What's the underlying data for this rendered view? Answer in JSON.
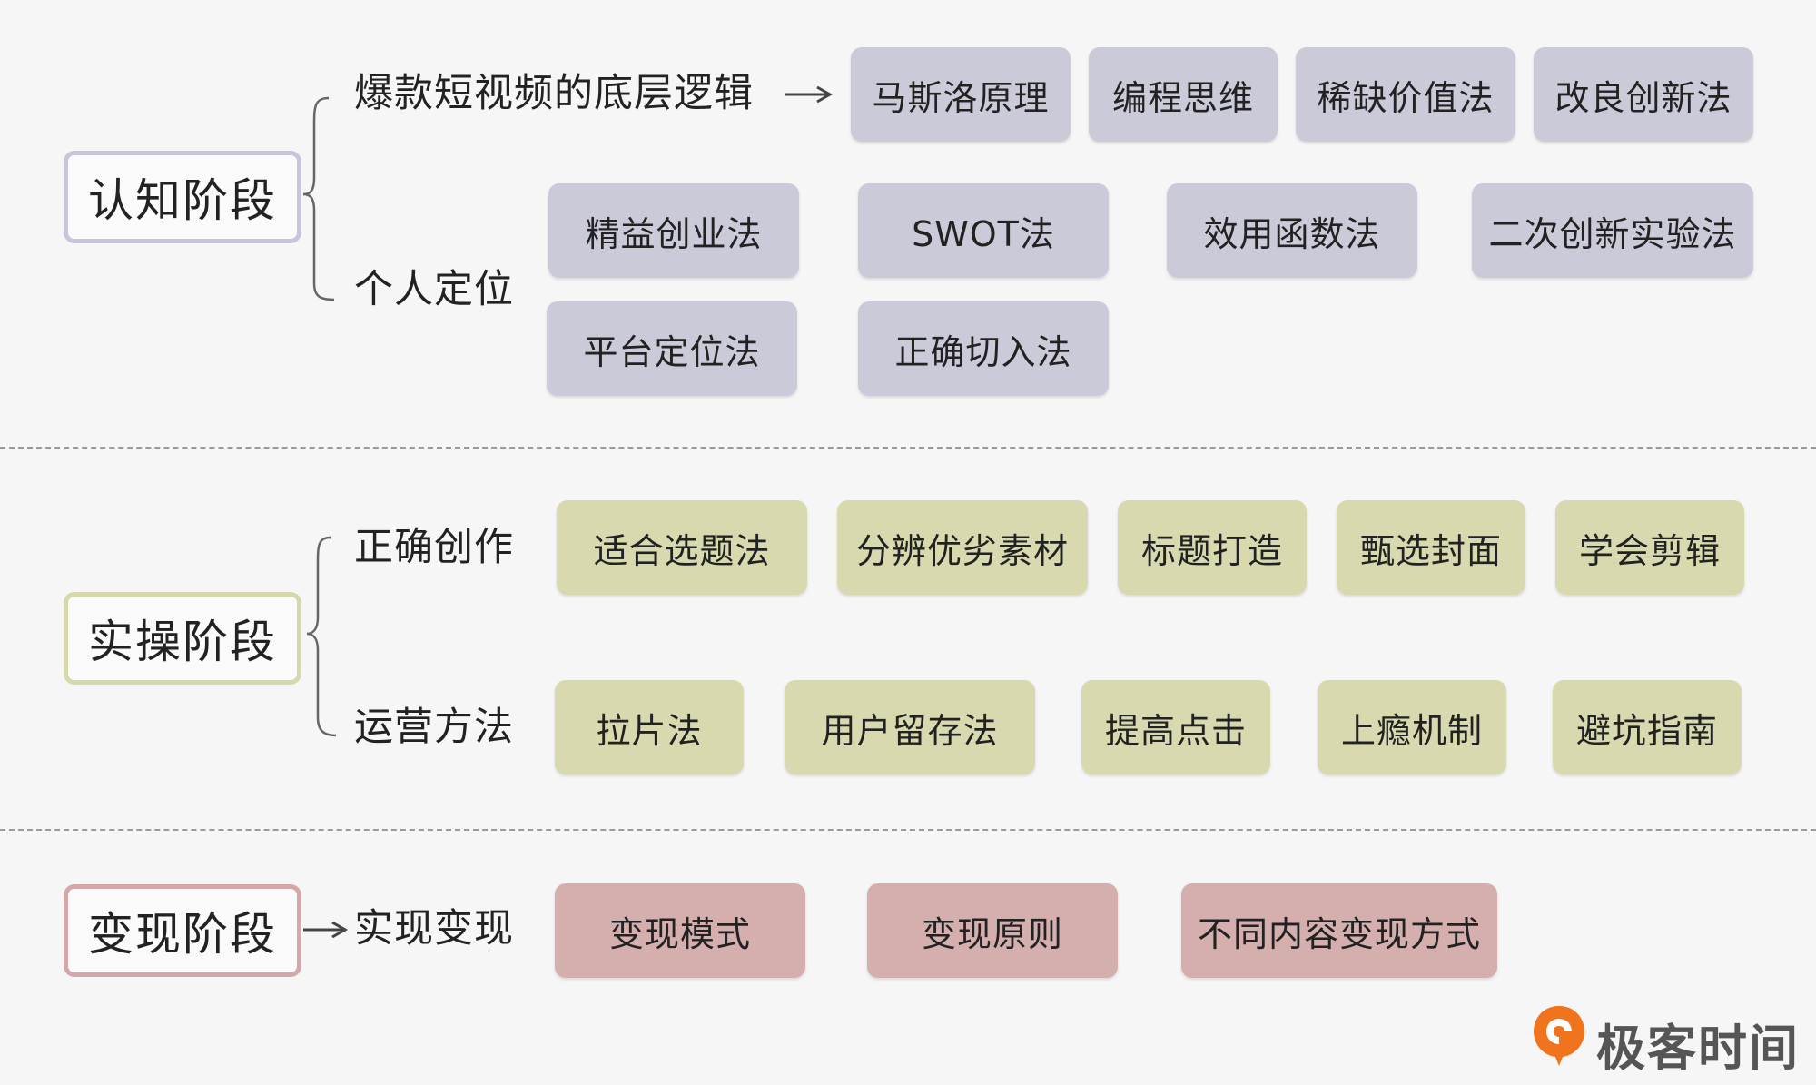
{
  "colors": {
    "stage1_border": "#c7c6d8",
    "stage2_border": "#d7d8ae",
    "stage3_border": "#d4a8aa",
    "chip_purple": "#cbcad9",
    "chip_olive": "#d8d9ae",
    "chip_rose": "#d5aeae",
    "logo_orange": "#f0731e"
  },
  "stage1": {
    "title": "认知阶段",
    "branch_a": {
      "label": "爆款短视频的底层逻辑",
      "items": [
        "马斯洛原理",
        "编程思维",
        "稀缺价值法",
        "改良创新法"
      ]
    },
    "branch_b": {
      "label": "个人定位",
      "items": [
        "精益创业法",
        "SWOT法",
        "效用函数法",
        "二次创新实验法",
        "平台定位法",
        "正确切入法"
      ]
    }
  },
  "stage2": {
    "title": "实操阶段",
    "branch_a": {
      "label": "正确创作",
      "items": [
        "适合选题法",
        "分辨优劣素材",
        "标题打造",
        "甄选封面",
        "学会剪辑"
      ]
    },
    "branch_b": {
      "label": "运营方法",
      "items": [
        "拉片法",
        "用户留存法",
        "提高点击",
        "上瘾机制",
        "避坑指南"
      ]
    }
  },
  "stage3": {
    "title": "变现阶段",
    "branch_a": {
      "label": "实现变现",
      "items": [
        "变现模式",
        "变现原则",
        "不同内容变现方式"
      ]
    }
  },
  "logo": {
    "icon": "geekbang-logo-icon",
    "text": "极客时间"
  }
}
